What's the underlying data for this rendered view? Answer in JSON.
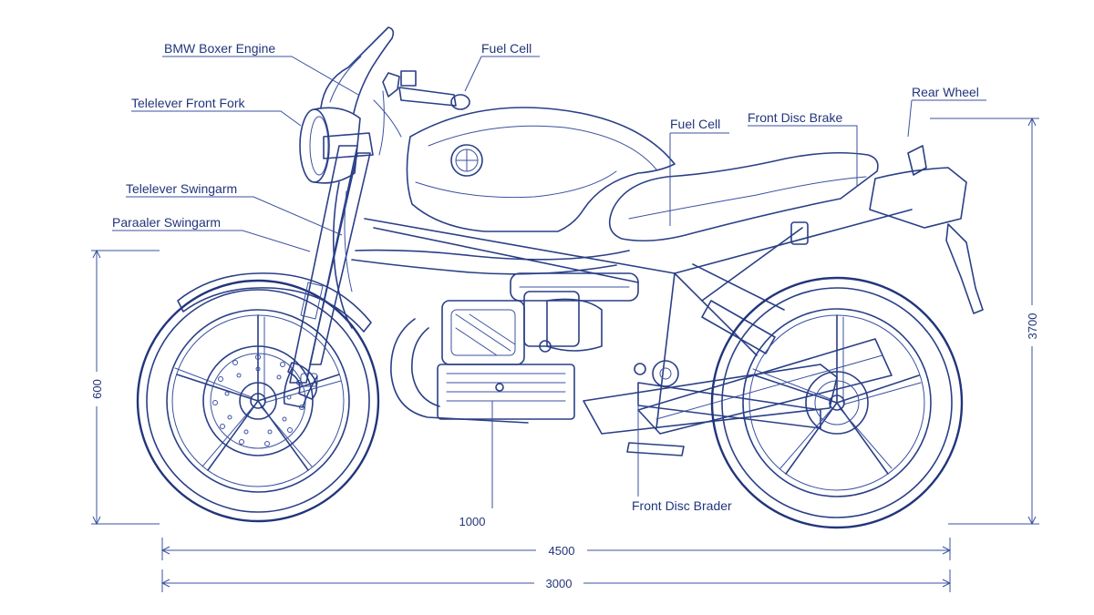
{
  "labels": {
    "bmw_boxer_engine": "BMW Boxer Engine",
    "fuel_cell_top": "Fuel Cell",
    "telelever_front_fork": "Telelever Front Fork",
    "telelever_swingarm": "Telelever Swingarm",
    "paraaler_swingarm": "Paraaler Swingarm",
    "fuel_cell_mid": "Fuel Cell",
    "front_disc_brake": "Front Disc Brake",
    "rear_wheel": "Rear Wheel",
    "front_disc_brader": "Front Disc Brader"
  },
  "dimensions": {
    "height_left": "600",
    "height_right": "3700",
    "ground_clearance": "1000",
    "wheelbase": "4500",
    "overall_length": "3000"
  },
  "colors": {
    "ink": "#2a3f86",
    "background": "#ffffff"
  }
}
